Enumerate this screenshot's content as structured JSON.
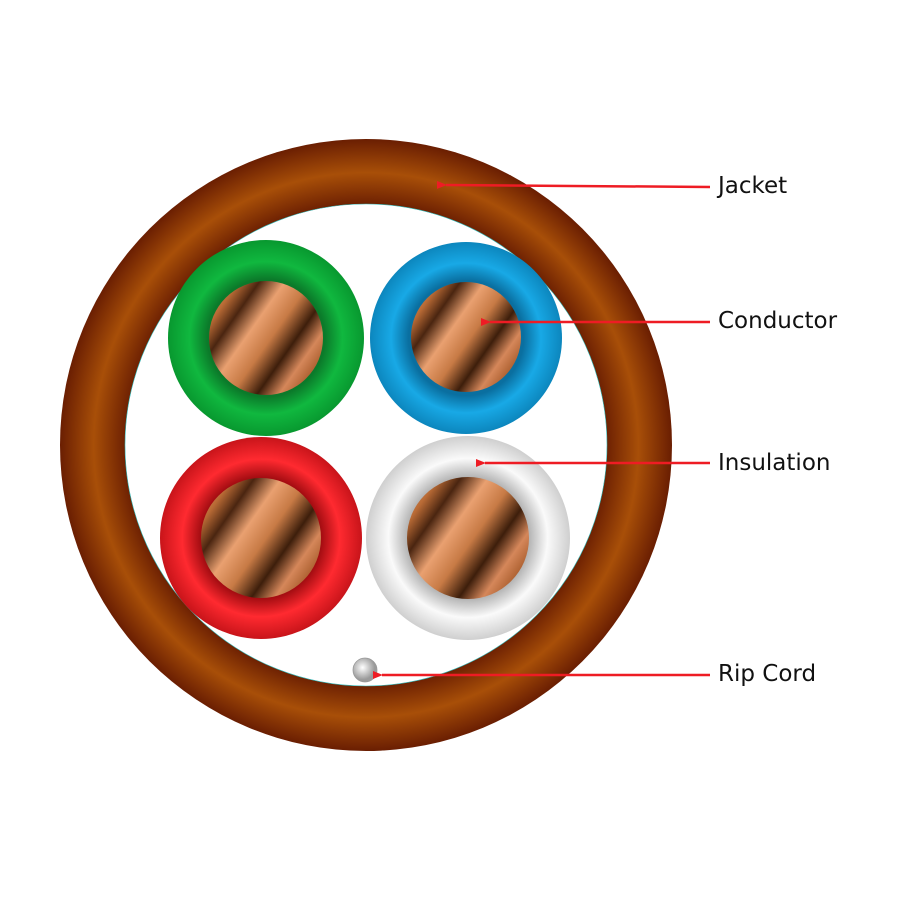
{
  "labels": {
    "jacket": "Jacket",
    "conductor": "Conductor",
    "insulation": "Insulation",
    "rip_cord": "Rip Cord"
  },
  "colors": {
    "jacket": "#a04a06",
    "jacket_dark": "#6a1e02",
    "green": "#0aad3a",
    "blue": "#12a3e0",
    "red": "#ee1c24",
    "white": "#f2f2f2",
    "copper": "#d58a55",
    "arrow": "#ee1c24"
  }
}
